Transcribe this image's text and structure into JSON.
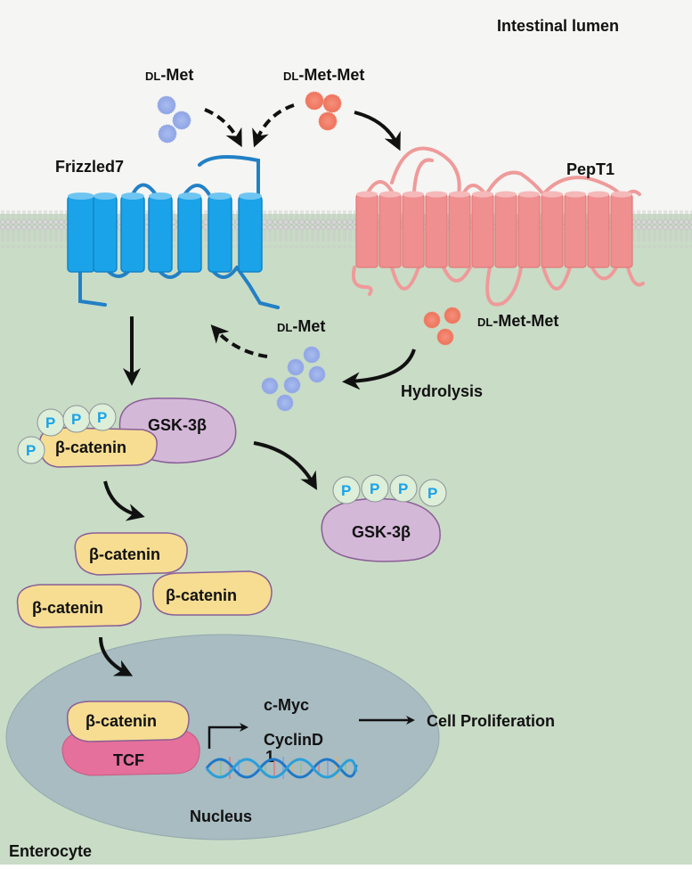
{
  "regions": {
    "lumen": "Intestinal lumen",
    "cell": "Enterocyte",
    "nucleus": "Nucleus"
  },
  "ligands": {
    "met_top": {
      "prefix": "DL",
      "name": "-Met"
    },
    "metmet_top": {
      "prefix": "DL",
      "name": "-Met-Met"
    },
    "met_inside": {
      "prefix": "DL",
      "name": "-Met"
    },
    "metmet_inside": {
      "prefix": "DL",
      "name": "-Met-Met"
    }
  },
  "receptors": {
    "frizzled": "Frizzled7",
    "pept1": "PepT1"
  },
  "process": {
    "hydrolysis": "Hydrolysis"
  },
  "proteins": {
    "gsk": "GSK-3β",
    "gsk_phos": "GSK-3β",
    "bcat_complex": "β-catenin",
    "bcat_free_1": "β-catenin",
    "bcat_free_2": "β-catenin",
    "bcat_free_3": "β-catenin",
    "bcat_nuclear": "β-catenin",
    "tcf": "TCF",
    "phospho": "P"
  },
  "genes": {
    "cmyc": "c-Myc",
    "cyclin_main": "CyclinD",
    "cyclin_sub": "1"
  },
  "outcome": "Cell Proliferation",
  "colors": {
    "lumen_bg": "#f5f5f3",
    "cell_bg": "#c9dcc6",
    "membrane": "#d9d9d9",
    "frizzled": "#1aa3e8",
    "pept1": "#ef8f8f",
    "met_dot": "#8fa6e6",
    "metmet_dot": "#f07a63",
    "gsk": "#d4b8d8",
    "bcatenin": "#f6dd92",
    "tcf": "#e5709b",
    "nucleus": "#a8bcc2",
    "phospho_text": "#1aa3e8"
  }
}
